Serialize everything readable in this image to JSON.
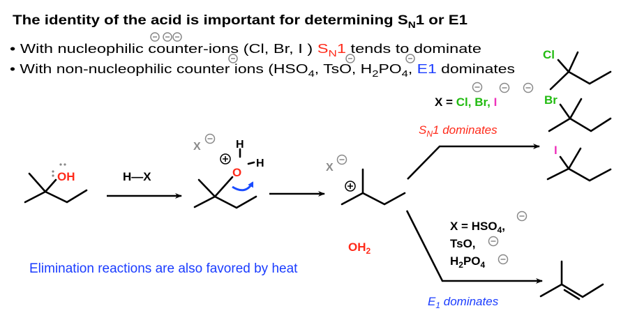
{
  "title": {
    "main": "The identity of the acid is important for determining S",
    "sub": "N",
    "end": "1 or E1"
  },
  "bullets": [
    {
      "bullet": "•",
      "pre": "With nucleophilic counter-ions (Cl, Br, I )",
      "sn": "S",
      "sn_sub": "N",
      "sn_end": "1",
      "post": "tends to dominate"
    },
    {
      "bullet": "•",
      "pre": "With non-nucleophilic counter ions (HSO",
      "sub1": "4",
      "mid1": ", TsO",
      "mid2": ", H",
      "sub2": "2",
      "mid3": "PO",
      "sub3": "4",
      "mid4": ",",
      "e1": "E1",
      "post": "dominates"
    }
  ],
  "reactant": {
    "oh": "OH"
  },
  "reagent": {
    "label": "H—X"
  },
  "oxonium": {
    "x": "X",
    "o": "O",
    "h_top": "H",
    "h_right": "H"
  },
  "carbocation": {
    "x": "X",
    "leaving": "OH",
    "leaving_sub": "2"
  },
  "sn1_branch": {
    "x_eq": "X =",
    "cl": "Cl,",
    "br": "Br,",
    "i": "I",
    "label": "S",
    "label_sub": "N",
    "label_end": "1 dominates",
    "products": [
      {
        "halogen": "Cl"
      },
      {
        "halogen": "Br"
      },
      {
        "halogen": "I"
      }
    ]
  },
  "e1_branch": {
    "line1": "X = HSO",
    "line1_sub": "4",
    "line1_end": ",",
    "line2": "TsO,",
    "line3a": "H",
    "line3_sub": "2",
    "line3b": "PO",
    "line3_sub2": "4",
    "label": "E",
    "label_sub": "1",
    "label_end": " dominates"
  },
  "note": "Elimination reactions are also favored by heat",
  "colors": {
    "red": "#ff2a1a",
    "blue": "#1a3cff",
    "green": "#22bb11",
    "magenta": "#ee33bb",
    "gray": "#8a8a8a",
    "arrow_blue": "#1a4cff"
  }
}
